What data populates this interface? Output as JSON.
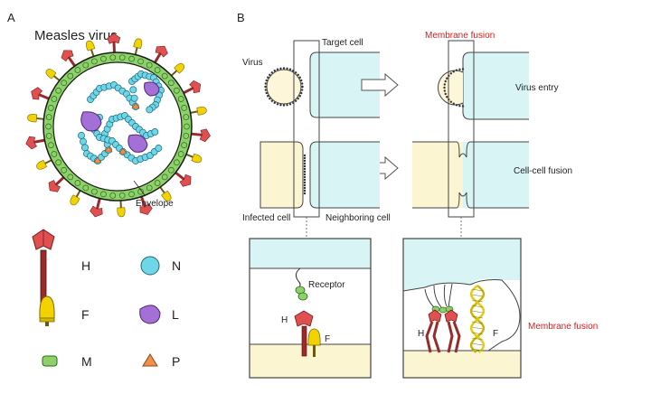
{
  "panel_a": {
    "letter": "A",
    "title": "Measles virus",
    "envelope_label": "Envelope"
  },
  "legend": {
    "h": "H",
    "f": "F",
    "m": "M",
    "n": "N",
    "l": "L",
    "p": "P"
  },
  "panel_b": {
    "letter": "B",
    "membrane_fusion_top": "Membrane fusion",
    "target_cell": "Target cell",
    "virus": "Virus",
    "virus_entry": "Virus entry",
    "cell_cell_fusion": "Cell-cell fusion",
    "infected_cell": "Infected cell",
    "neighboring_cell": "Neighboring cell",
    "receptor": "Receptor",
    "zoom_h_left": "H",
    "zoom_f_left": "F",
    "zoom_h_right": "H",
    "zoom_f_right": "F",
    "membrane_fusion_side": "Membrane fusion"
  },
  "colors": {
    "h_protein": "#e05050",
    "h_stalk": "#9b2a2a",
    "f_protein": "#f2d200",
    "m_protein": "#8ed16a",
    "n_protein": "#6fd6e8",
    "l_protein": "#a46fd6",
    "p_protein": "#f0904a",
    "target_cell": "#d9f4f4",
    "infected_cell": "#fbf5d2",
    "virus_fill": "#fdf6d8",
    "fusion_red": "#d02020"
  }
}
